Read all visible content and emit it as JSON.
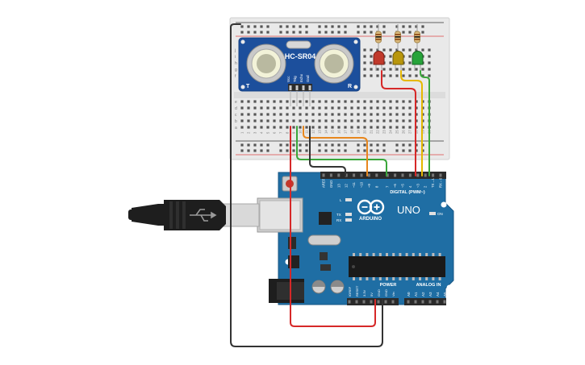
{
  "sensor": {
    "model": "HC-SR04",
    "left_label": "T",
    "right_label": "R",
    "pins": [
      "Vcc",
      "Trig",
      "Echo",
      "Gnd"
    ]
  },
  "breadboard": {
    "row_letters_top": [
      "j",
      "i",
      "h",
      "g",
      "f"
    ],
    "row_letters_bottom": [
      "e",
      "d",
      "c",
      "b",
      "a"
    ],
    "column_numbers": [
      "1",
      "2",
      "3",
      "4",
      "5",
      "6",
      "7",
      "8",
      "9",
      "10",
      "11",
      "12",
      "13",
      "14",
      "15",
      "16",
      "17",
      "18",
      "19",
      "20",
      "21",
      "22",
      "23",
      "24",
      "25",
      "26",
      "27",
      "28",
      "29",
      "30"
    ]
  },
  "leds": [
    {
      "name": "red",
      "color": "#c0392b"
    },
    {
      "name": "yellow",
      "color": "#b8960c"
    },
    {
      "name": "green",
      "color": "#27a33a"
    }
  ],
  "arduino": {
    "model": "UNO",
    "brand": "ARDUINO",
    "digital_label": "DIGITAL (PWM~)",
    "digital_pins": [
      "AREF",
      "GND",
      "13",
      "12",
      "~11",
      "~10",
      "~9",
      "8",
      "7",
      "~6",
      "~5",
      "4",
      "~3",
      "2",
      "TX→1",
      "RX←0"
    ],
    "power_label": "POWER",
    "power_pins": [
      "IOREF",
      "RESET",
      "3.3V",
      "5V",
      "GND",
      "GND",
      "Vin"
    ],
    "analog_label": "ANALOG IN",
    "analog_pins": [
      "A0",
      "A1",
      "A2",
      "A3",
      "A4",
      "A5"
    ],
    "leds": [
      "L",
      "TX",
      "RX",
      "ON"
    ]
  },
  "colors": {
    "board": "#1f6ea4",
    "breadboard": "#eaeaea",
    "wire_red": "#d62828",
    "wire_yellow": "#e6b800",
    "wire_green": "#3aa63a",
    "wire_orange": "#e8871e",
    "wire_black": "#333333"
  }
}
